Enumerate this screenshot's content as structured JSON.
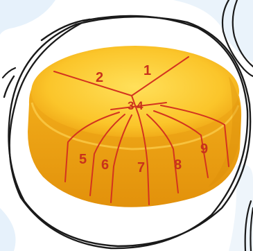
{
  "labels": {
    "l1": "1",
    "l2": "2",
    "l3": "3",
    "l4": "4",
    "l5": "5",
    "l6": "6",
    "l7": "7",
    "l8": "8",
    "l9": "9"
  },
  "colors": {
    "cheese_light": "#ffd84a",
    "cheese_mid": "#f7b71a",
    "cheese_dark": "#d98c08",
    "cut_line": "#d3331f",
    "sketch_line": "#1a1a1a",
    "background_tint": "#e6f1fb"
  }
}
